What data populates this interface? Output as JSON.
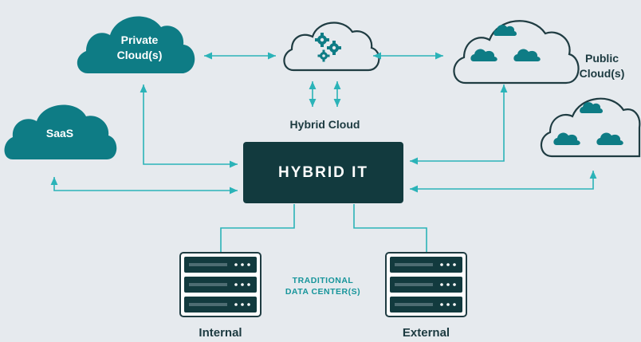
{
  "labels": {
    "private_cloud_line1": "Private",
    "private_cloud_line2": "Cloud(s)",
    "saas": "SaaS",
    "hybrid_cloud": "Hybrid Cloud",
    "public_cloud_line1": "Public",
    "public_cloud_line2": "Cloud(s)",
    "hybrid_it": "HYBRID IT",
    "traditional_line1": "TRADITIONAL",
    "traditional_line2": "DATA CENTER(S)",
    "internal": "Internal",
    "external": "External"
  },
  "colors": {
    "background": "#e6eaee",
    "teal": "#0e7c85",
    "connector": "#2bb3b8",
    "dark": "#123a3e",
    "outline": "#1f3c42"
  },
  "icons": [
    "gear-icon",
    "cloud-icon",
    "server-rack-icon"
  ]
}
